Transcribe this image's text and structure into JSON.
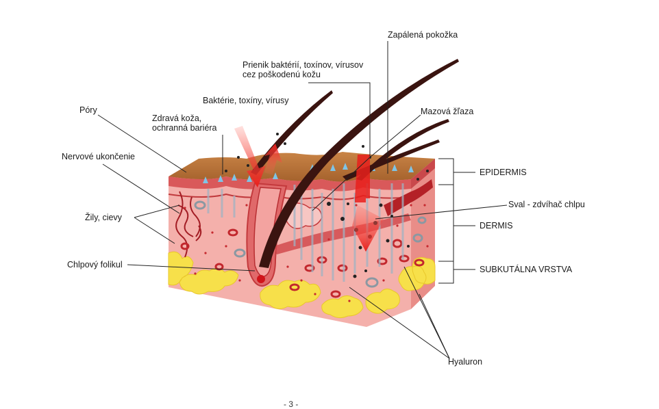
{
  "labels": {
    "pory": "Póry",
    "nervove_ukoncenie": "Nervové ukončenie",
    "zily_cievy": "Žily, cievy",
    "chlpovy_folikul": "Chlpový folikul",
    "zdrava_koza": "Zdravá koža,\nochranná bariéra",
    "bakterie": "Baktérie, toxíny, vírusy",
    "prienik": "Prienik baktérií, toxínov, vírusov\ncez poškodenú kožu",
    "zapalena_pokozka": "Zapálená pokožka",
    "mazova_zlaza": "Mazová žľaza",
    "epidermis": "EPIDERMIS",
    "sval": "Sval - zdvíhač chlpu",
    "dermis": "DERMIS",
    "subkutalna": "SUBKUTÁLNA VRSTVA",
    "hyaluron": "Hyaluron"
  },
  "page_number": "- 3 -",
  "colors": {
    "epidermis_top": "#b8733a",
    "dermis": "#f2a9a6",
    "dermis_dark": "#e48a88",
    "fat": "#f7e34a",
    "hair": "#3a1410",
    "arrow_red": "#e8201c",
    "vessel": "#c2272d",
    "line": "#222222"
  }
}
